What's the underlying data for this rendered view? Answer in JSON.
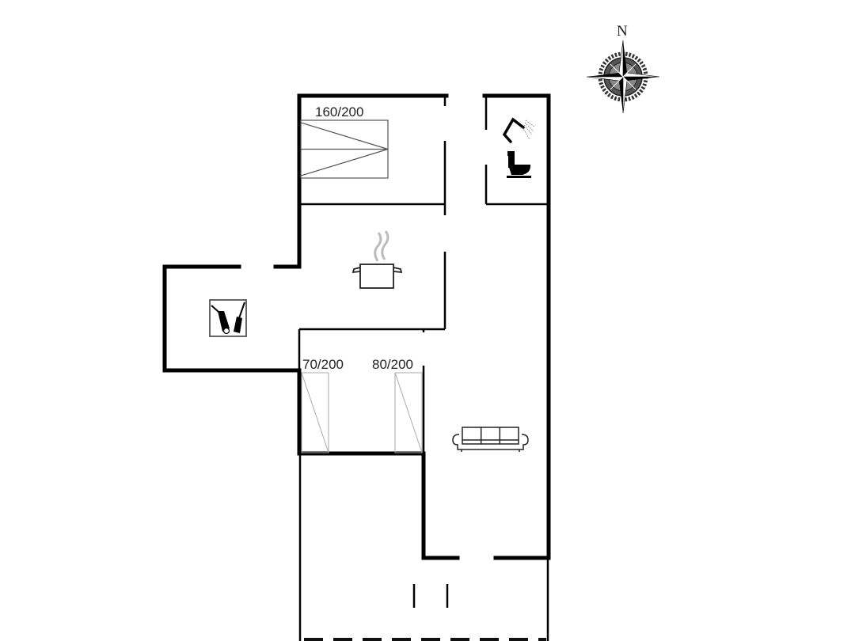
{
  "floor_plan": {
    "colors": {
      "wall": "#000000",
      "furniture": "#222222",
      "thin_line": "#9a9a9a",
      "background": "#ffffff"
    },
    "compass": {
      "north_label": "N",
      "icon": "compass-rose-icon"
    },
    "rooms": [
      {
        "id": "bedroom-1",
        "type": "bedroom",
        "bed_label": "160/200",
        "icon": "double-bed-icon"
      },
      {
        "id": "bathroom",
        "type": "bathroom",
        "icons": [
          "shower-icon",
          "toilet-icon"
        ]
      },
      {
        "id": "kitchen",
        "type": "kitchen",
        "icon": "cooking-pot-icon"
      },
      {
        "id": "utility",
        "type": "utility-room",
        "icon": "vacuum-broom-icon"
      },
      {
        "id": "bedroom-2",
        "type": "bedroom",
        "bed_labels": [
          "70/200",
          "80/200"
        ],
        "icon": "single-bed-icon"
      },
      {
        "id": "living-room",
        "type": "living-room",
        "icon": "sofa-icon"
      },
      {
        "id": "terrace",
        "type": "terrace",
        "icon": "open-terrace"
      }
    ]
  }
}
